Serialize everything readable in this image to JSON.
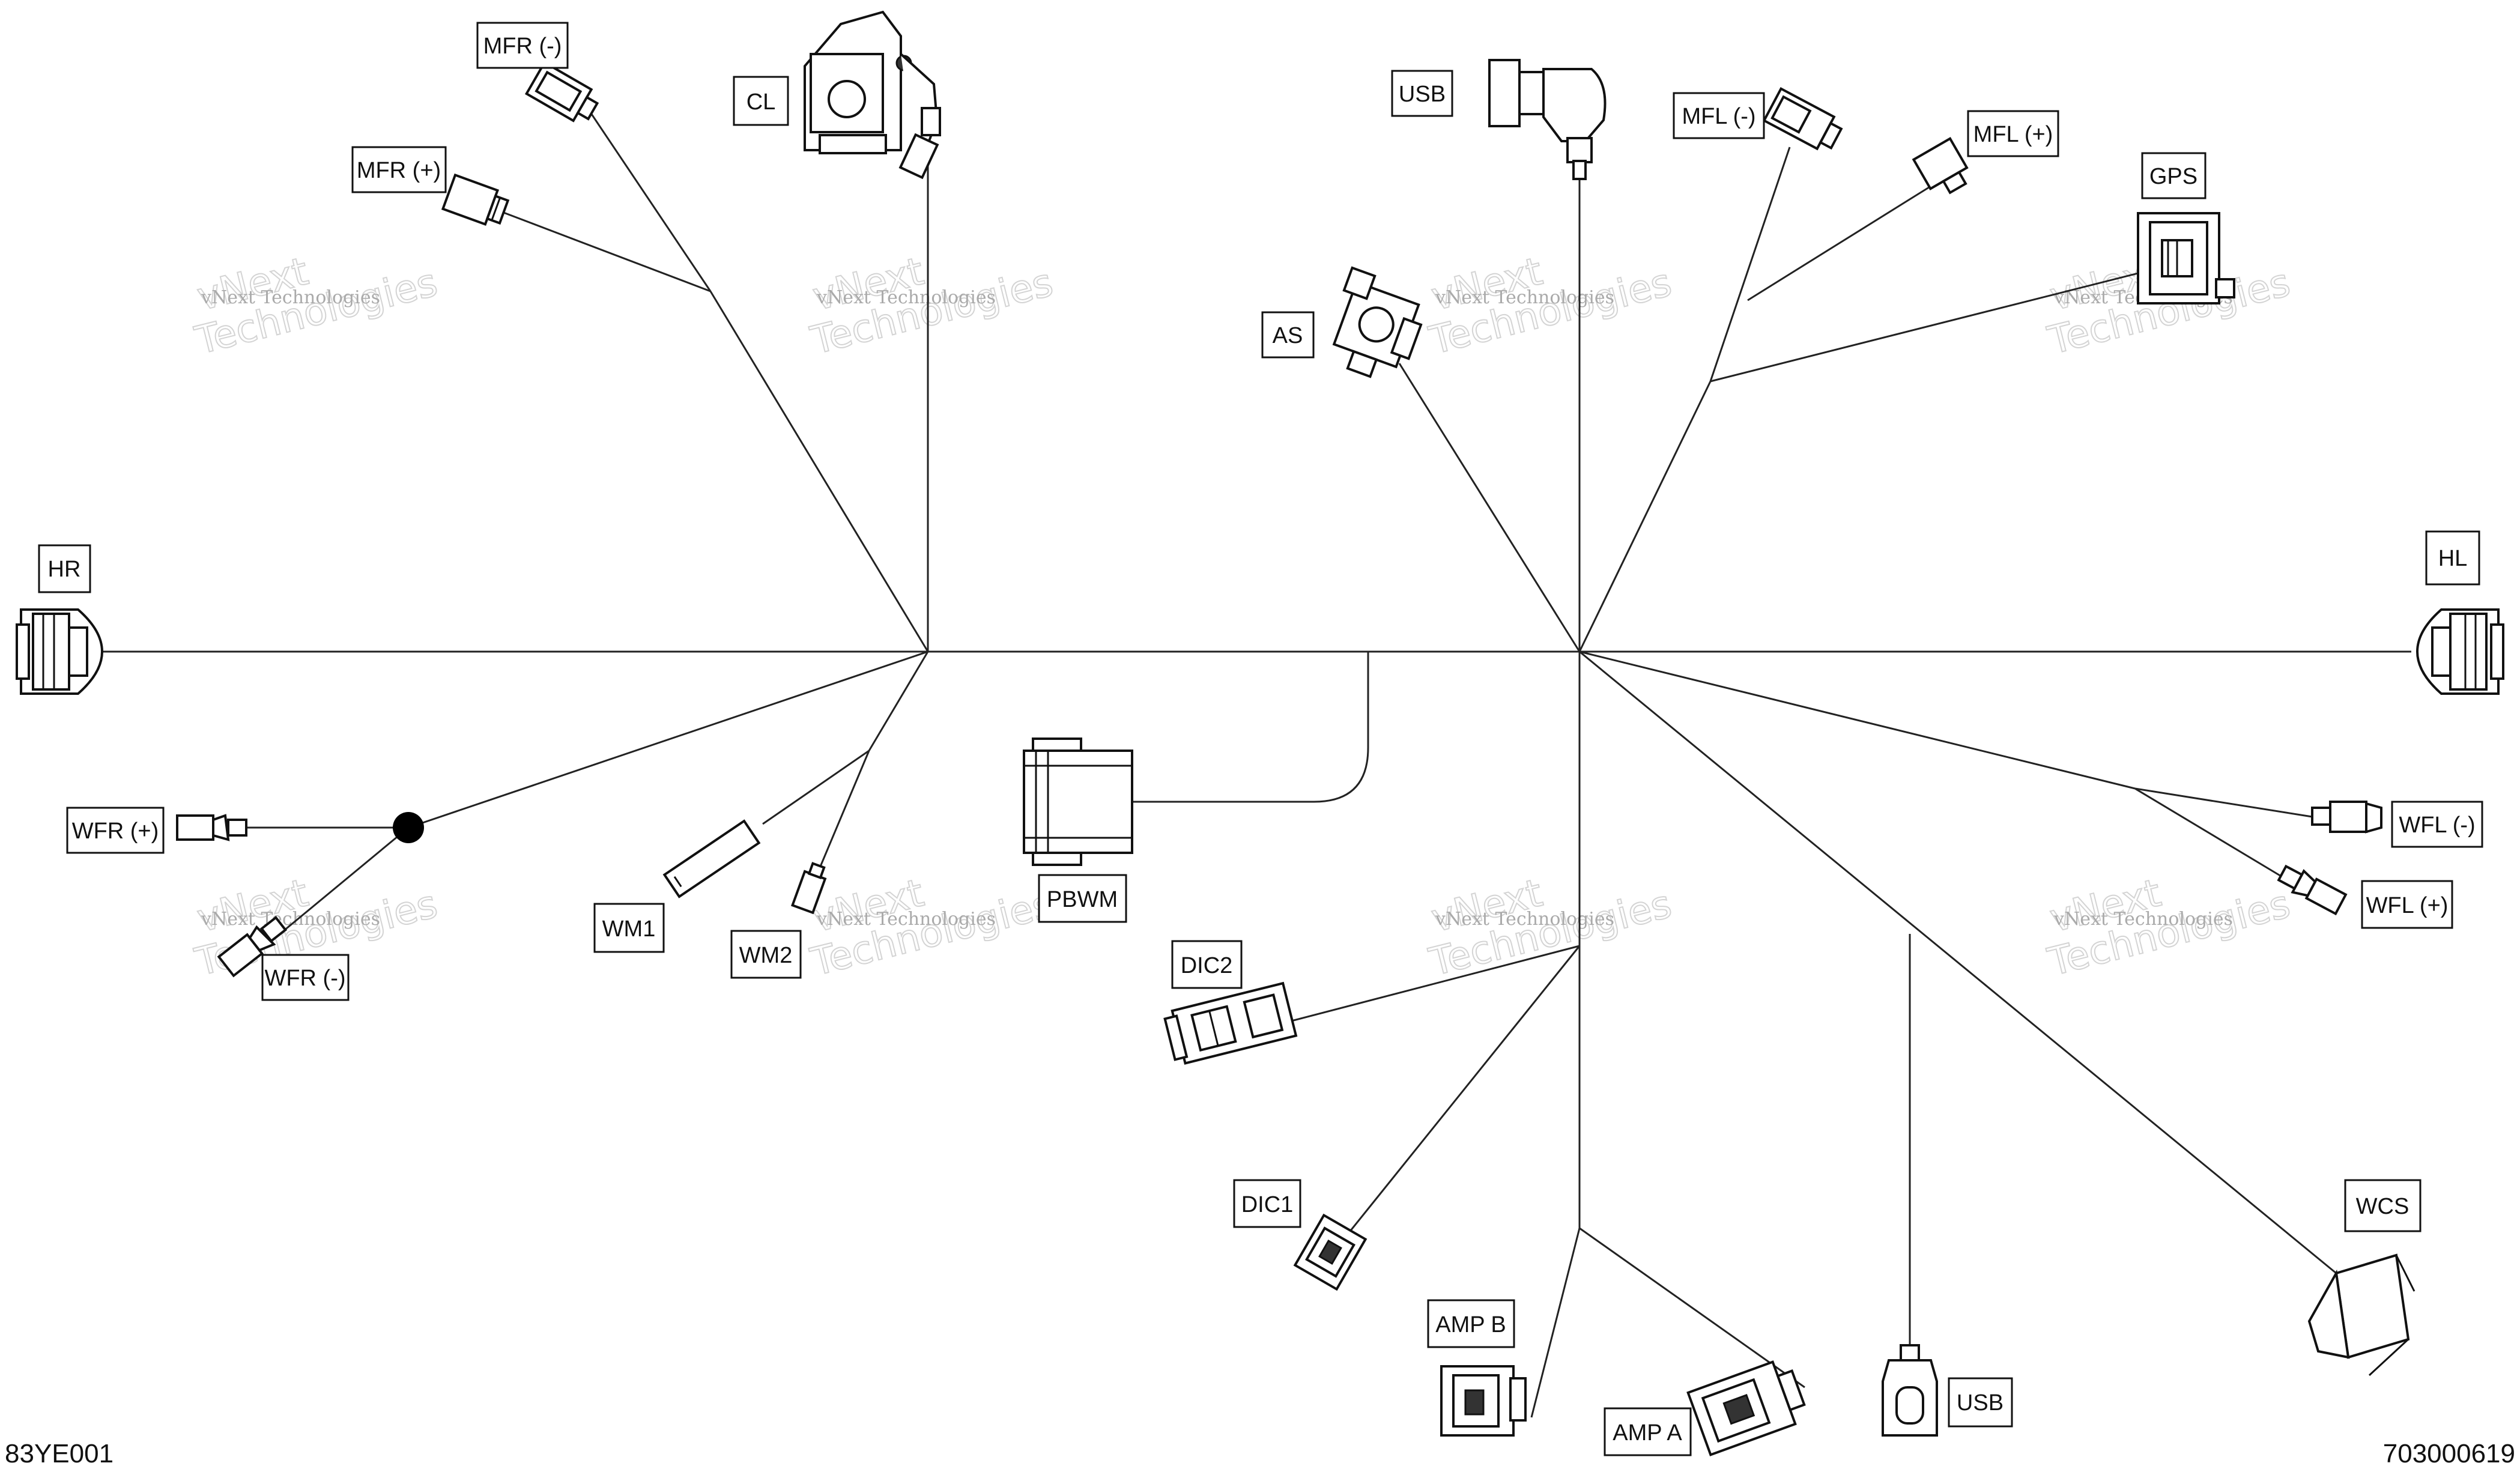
{
  "labels": {
    "mfr_minus": "MFR (-)",
    "mfr_plus": "MFR (+)",
    "cl": "CL",
    "usb_top": "USB",
    "mfl_minus": "MFL (-)",
    "mfl_plus": "MFL (+)",
    "gps": "GPS",
    "as": "AS",
    "hr": "HR",
    "hl": "HL",
    "wfr_plus": "WFR (+)",
    "wfr_minus": "WFR (-)",
    "wm1": "WM1",
    "wm2": "WM2",
    "pbwm": "PBWM",
    "dic2": "DIC2",
    "dic1": "DIC1",
    "wfl_minus": "WFL (-)",
    "wfl_plus": "WFL (+)",
    "wcs": "WCS",
    "amp_b": "AMP B",
    "amp_a": "AMP A",
    "usb_bottom": "USB"
  },
  "watermark": {
    "line1": "vNext Technologies",
    "line2": "vNext",
    "line3": "Technologies"
  },
  "codes": {
    "left": "83YE001",
    "right": "703000619"
  }
}
